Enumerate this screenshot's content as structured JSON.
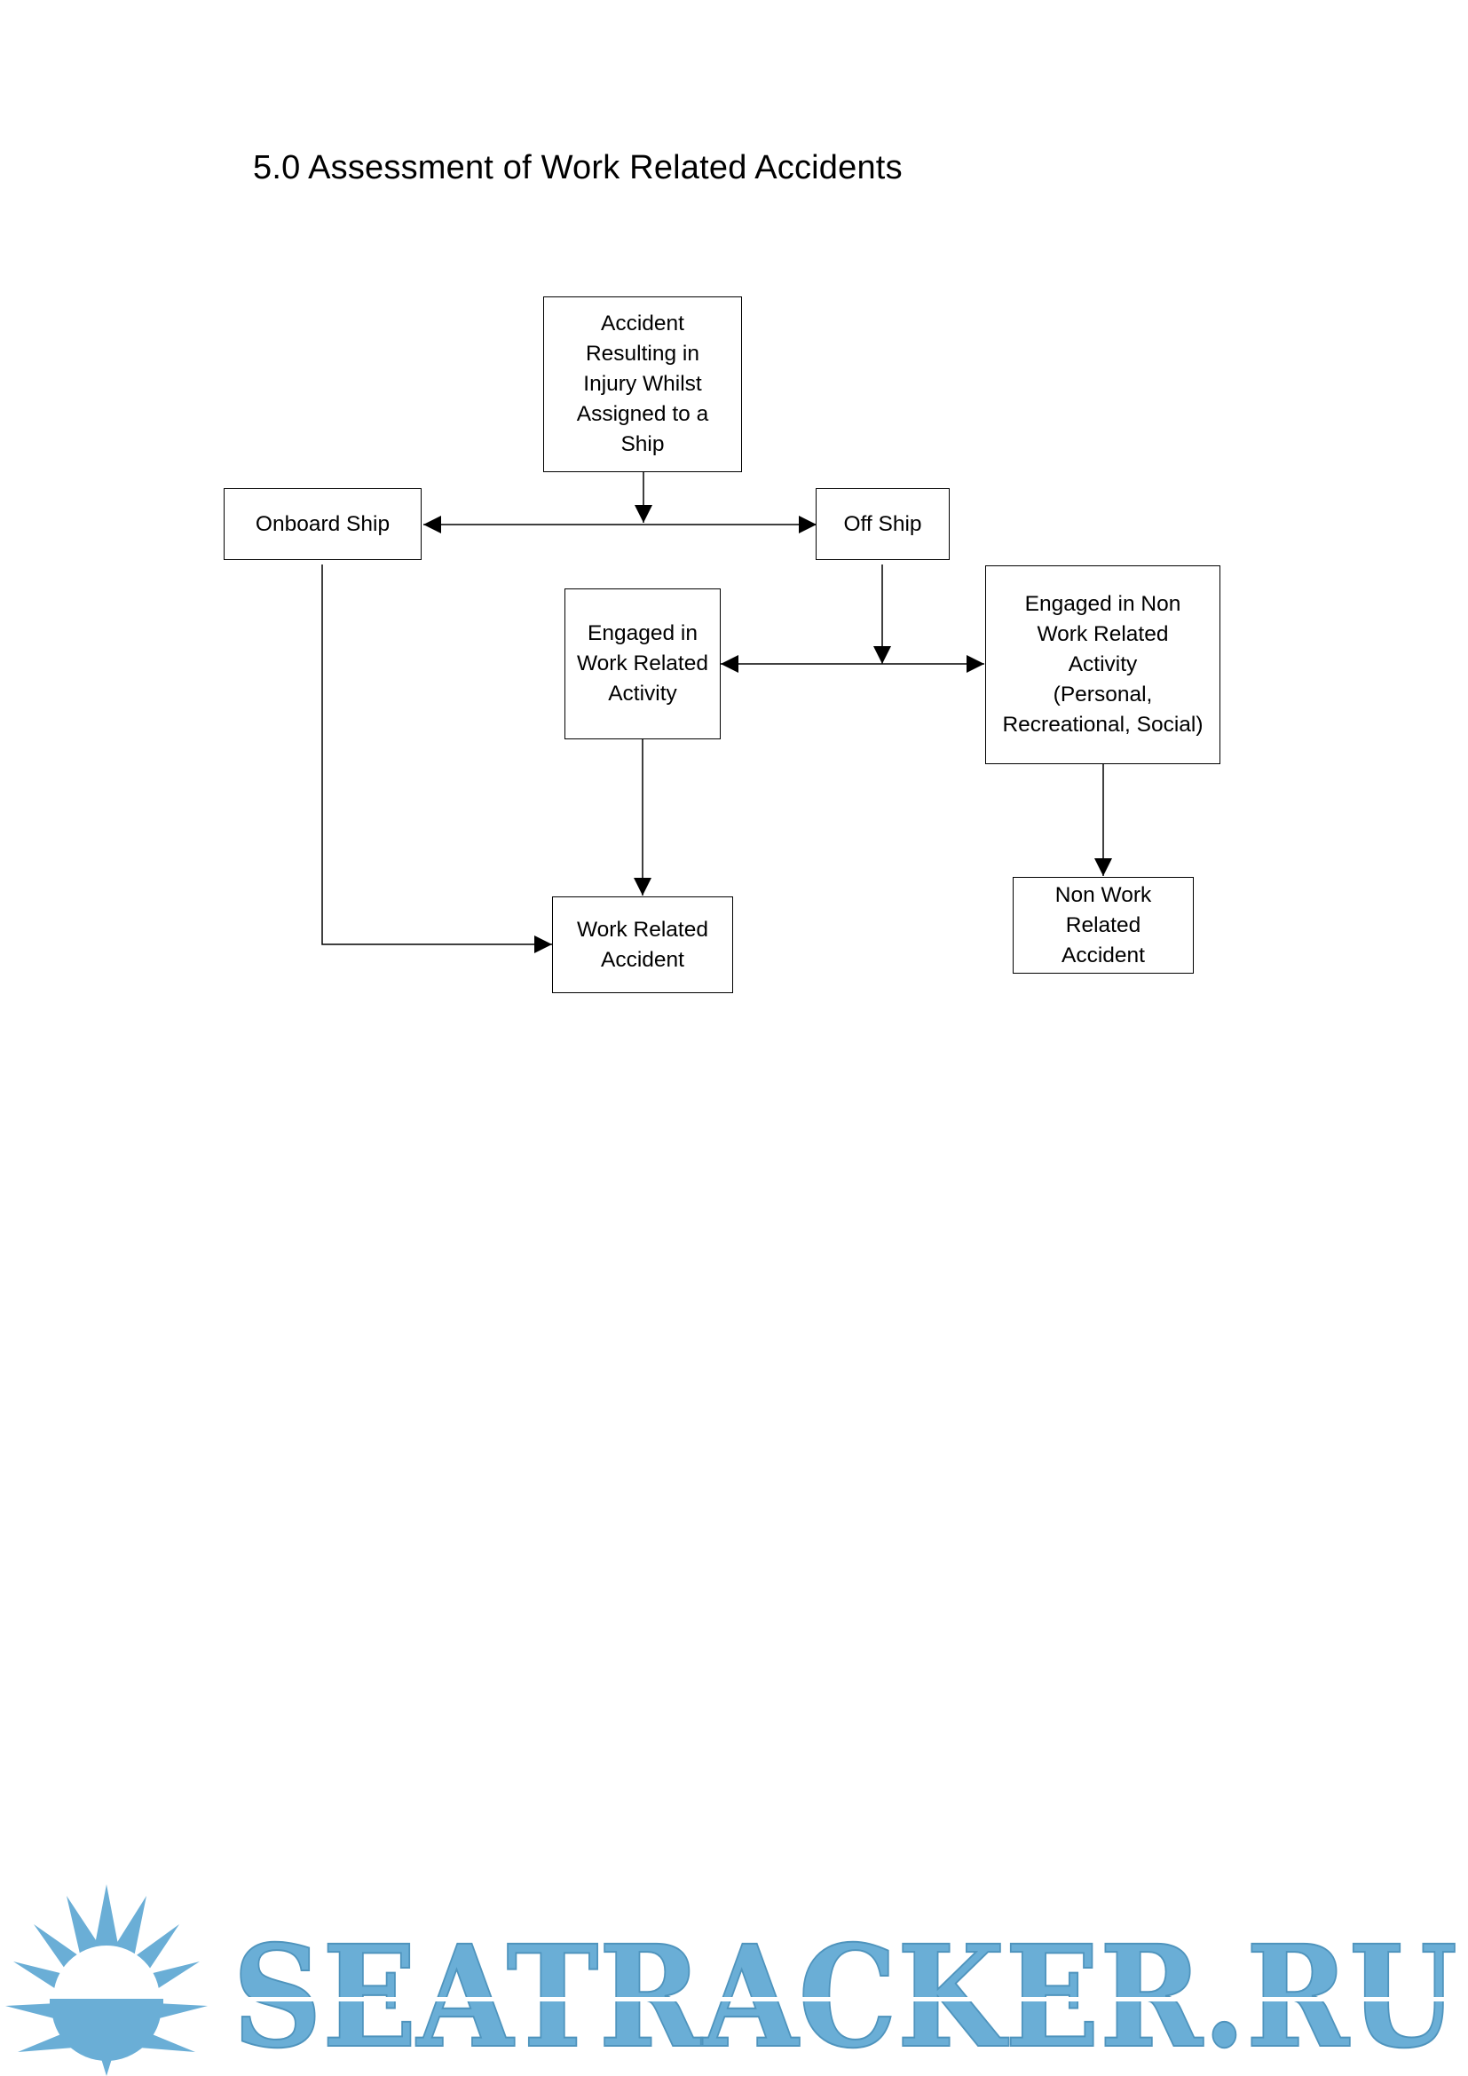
{
  "document": {
    "title": "5.0 Assessment of Work Related Accidents"
  },
  "flowchart": {
    "nodes": {
      "accident_injury": "Accident\nResulting in\nInjury Whilst\nAssigned to a\nShip",
      "onboard_ship": "Onboard Ship",
      "off_ship": "Off Ship",
      "work_activity": "Engaged in\nWork Related\nActivity",
      "non_work_activity": "Engaged in Non\nWork Related\nActivity\n(Personal,\nRecreational, Social)",
      "work_accident": "Work Related\nAccident",
      "non_work_accident": "Non Work\nRelated\nAccident"
    },
    "edges": [
      {
        "from": "accident_injury",
        "to": "onboard_ship"
      },
      {
        "from": "accident_injury",
        "to": "off_ship"
      },
      {
        "from": "off_ship",
        "to": "work_activity"
      },
      {
        "from": "off_ship",
        "to": "non_work_activity"
      },
      {
        "from": "onboard_ship",
        "to": "work_accident"
      },
      {
        "from": "work_activity",
        "to": "work_accident"
      },
      {
        "from": "non_work_activity",
        "to": "non_work_accident"
      }
    ]
  },
  "watermark": {
    "text": "SEATRACKER.RU",
    "color": "#6aaed6"
  }
}
